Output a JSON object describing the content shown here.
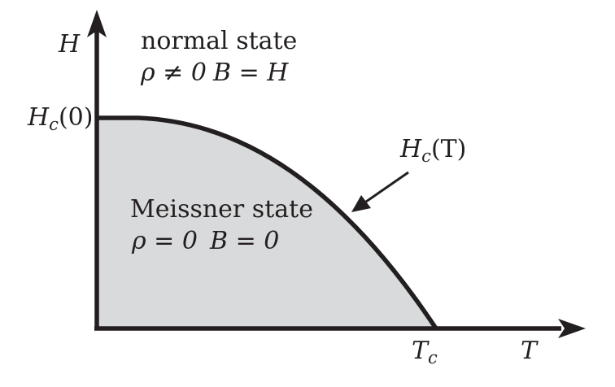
{
  "axes": {
    "y_label": "H",
    "x_label": "T"
  },
  "ticks": {
    "hc0_main": "H",
    "hc0_sub": "c",
    "hc0_arg": "(0)",
    "tc_main": "T",
    "tc_sub": "c"
  },
  "curve_label": {
    "main": "H",
    "sub": "c",
    "arg": "(T)"
  },
  "normal_state": {
    "title": "normal state",
    "cond_rho": "ρ ≠ 0",
    "cond_b": "B = H"
  },
  "meissner_state": {
    "title": "Meissner state",
    "cond_rho": "ρ = 0",
    "cond_b": "B = 0"
  },
  "colors": {
    "region_fill": "#d9dadb",
    "line": "#231f20",
    "background": "#ffffff"
  }
}
